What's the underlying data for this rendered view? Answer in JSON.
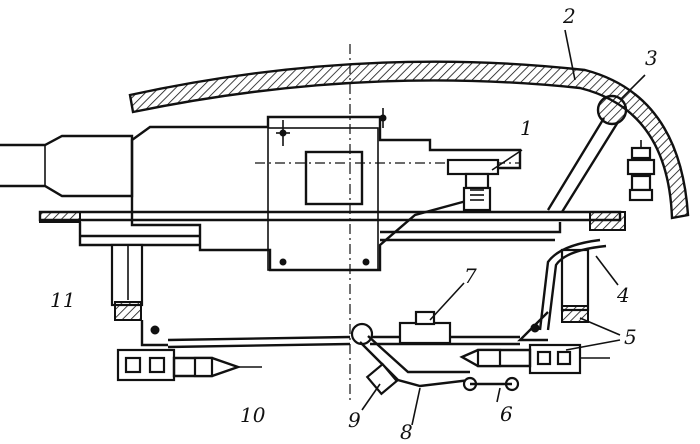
{
  "callouts": {
    "n1": "1",
    "n2": "2",
    "n3": "3",
    "n4": "4",
    "n5": "5",
    "n6": "6",
    "n7": "7",
    "n8": "8",
    "n9": "9",
    "n10": "10",
    "n11": "11"
  }
}
